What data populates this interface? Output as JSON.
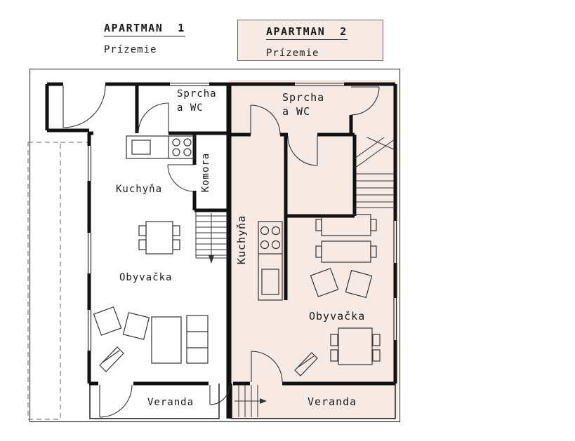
{
  "header": {
    "apartman1": {
      "title": "APARTMAN  1",
      "subtitle": "Prízemie"
    },
    "apartman2": {
      "title": "APARTMAN  2",
      "subtitle": "Prízemie"
    }
  },
  "plan": {
    "apartman1": {
      "sprcha_line1": "Sprcha",
      "sprcha_line2": "a WC",
      "kuchyna": "Kuchyňa",
      "komora": "Komora",
      "obyvacka": "Obyvačka",
      "veranda": "Veranda"
    },
    "apartman2": {
      "sprcha_line1": "Sprcha",
      "sprcha_line2": "a WC",
      "kuchyna": "Kuchyňa",
      "obyvacka": "Obyvačka",
      "veranda": "Veranda"
    },
    "colors": {
      "apartman2_fill": "#f7e9e3",
      "wall": "#111111"
    }
  }
}
